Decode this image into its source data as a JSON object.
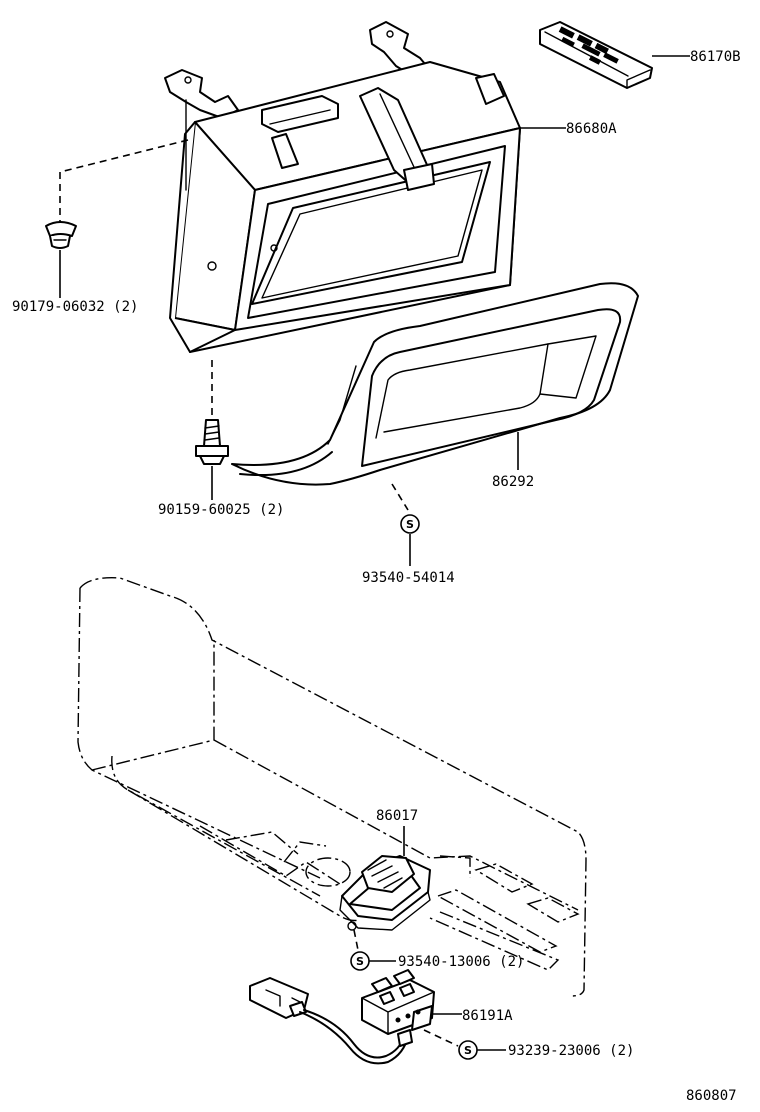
{
  "labels": {
    "remote": "86170B",
    "display": "86680A",
    "clip": "90179-06032 (2)",
    "bolt": "90159-60025 (2)",
    "bezel": "86292",
    "screw_s1": "93540-54014",
    "lamp": "86017",
    "screw_s2": "93540-13006 (2)",
    "connector": "86191A",
    "screw_s3": "93239-23006 (2)",
    "figure_number": "860807"
  },
  "symbols": {
    "screw_mark": "S"
  }
}
